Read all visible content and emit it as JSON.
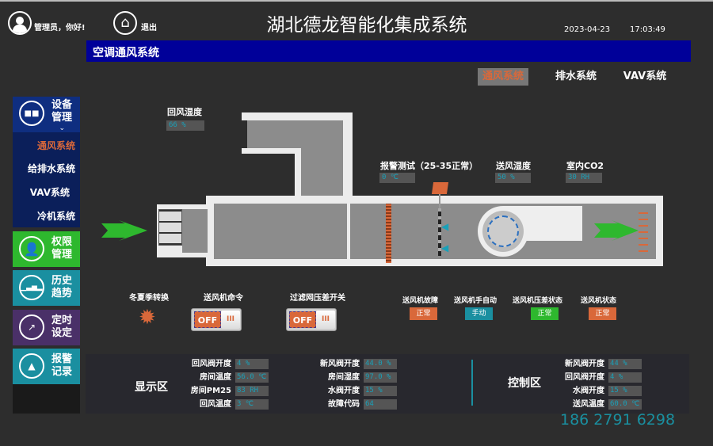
{
  "header": {
    "greeting": "管理员，你好!",
    "logout": "退出",
    "title": "湖北德龙智能化集成系统",
    "date": "2023-04-23",
    "time": "17:03:49"
  },
  "banner": {
    "title": "空调通风系统"
  },
  "tabs": [
    {
      "label": "通风系统",
      "active": true
    },
    {
      "label": "排水系统"
    },
    {
      "label": "VAV系统"
    }
  ],
  "sidebar": {
    "device": {
      "label1": "设备",
      "label2": "管理",
      "items": [
        "通风系统",
        "给排水系统",
        "VAV系统",
        "冷机系统"
      ]
    },
    "perm": {
      "label1": "权限",
      "label2": "管理"
    },
    "history": {
      "label1": "历史",
      "label2": "趋势"
    },
    "timer": {
      "label1": "定时",
      "label2": "设定"
    },
    "alarm": {
      "label1": "报警",
      "label2": "记录"
    }
  },
  "sensors": {
    "return_humidity": {
      "label": "回风湿度",
      "value": "66 %"
    },
    "alarm_test": {
      "label": "报警测试（25-35正常）",
      "value": "0 ℃"
    },
    "supply_humidity": {
      "label": "送风湿度",
      "value": "50 %"
    },
    "indoor_co2": {
      "label": "室内CO2",
      "value": "30 RH"
    }
  },
  "controls": {
    "season": {
      "label": "冬夏季转换"
    },
    "fan_cmd": {
      "label": "送风机命令",
      "state": "OFF",
      "knob": "III"
    },
    "filter": {
      "label": "过滤网压差开关",
      "state": "OFF",
      "knob": "III"
    }
  },
  "status": [
    {
      "label": "送风机故障",
      "value": "正常",
      "color": "#d9683a"
    },
    {
      "label": "送风机手自动",
      "value": "手动",
      "color": "#1a8fa0"
    },
    {
      "label": "送风机压差状态",
      "value": "正常",
      "color": "#2eb82e"
    },
    {
      "label": "送风机状态",
      "value": "正常",
      "color": "#d9683a"
    }
  ],
  "display": {
    "title": "显示区",
    "col1": [
      {
        "label": "回风阀开度",
        "value": "4 %"
      },
      {
        "label": "房间温度",
        "value": "56.0 ℃"
      },
      {
        "label": "房间PM25",
        "value": "83 RH"
      },
      {
        "label": "回风温度",
        "value": "3 ℃"
      }
    ],
    "col2": [
      {
        "label": "新风阀开度",
        "value": "44.0 %"
      },
      {
        "label": "房间湿度",
        "value": "97.0 %"
      },
      {
        "label": "水阀开度",
        "value": "15 %"
      },
      {
        "label": "故障代码",
        "value": "64"
      }
    ]
  },
  "control_area": {
    "title": "控制区",
    "rows": [
      {
        "label": "新风阀开度",
        "value": "44 %"
      },
      {
        "label": "回风阀开度",
        "value": "4 %"
      },
      {
        "label": "水阀开度",
        "value": "15 %"
      },
      {
        "label": "送风温度",
        "value": "60.0 ℃"
      }
    ]
  },
  "phone": "186 2791 6298"
}
